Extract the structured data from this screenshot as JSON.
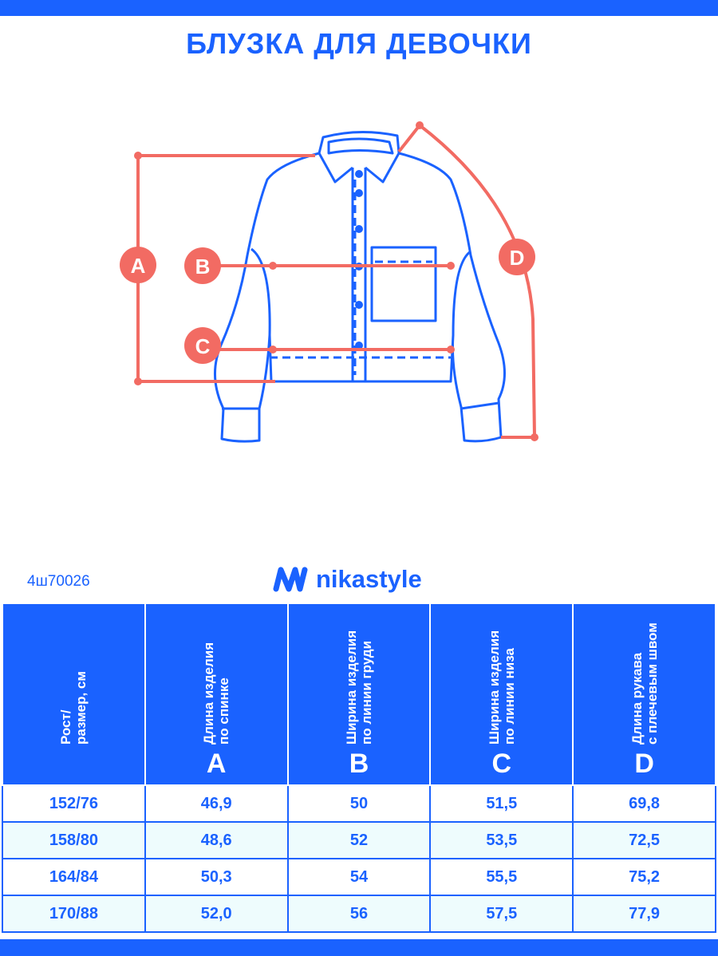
{
  "title": "БЛУЗКА ДЛЯ ДЕВОЧКИ",
  "article": "4ш70026",
  "brand": "nikastyle",
  "colors": {
    "brand_blue": "#1a62ff",
    "measure_coral": "#f26b63",
    "alt_row": "#eefcfd"
  },
  "diagram_labels": [
    "A",
    "B",
    "C",
    "D"
  ],
  "table": {
    "headers": [
      {
        "line1": "Рост/",
        "line2": "размер, см",
        "letter": ""
      },
      {
        "line1": "Длина изделия",
        "line2": "по спинке",
        "letter": "A"
      },
      {
        "line1": "Ширина изделия",
        "line2": "по линии груди",
        "letter": "B"
      },
      {
        "line1": "Ширина изделия",
        "line2": "по линии низа",
        "letter": "C"
      },
      {
        "line1": "Длина рукава",
        "line2": "с плечевым швом",
        "letter": "D"
      }
    ],
    "rows": [
      [
        "152/76",
        "46,9",
        "50",
        "51,5",
        "69,8"
      ],
      [
        "158/80",
        "48,6",
        "52",
        "53,5",
        "72,5"
      ],
      [
        "164/84",
        "50,3",
        "54",
        "55,5",
        "75,2"
      ],
      [
        "170/88",
        "52,0",
        "56",
        "57,5",
        "77,9"
      ]
    ]
  }
}
